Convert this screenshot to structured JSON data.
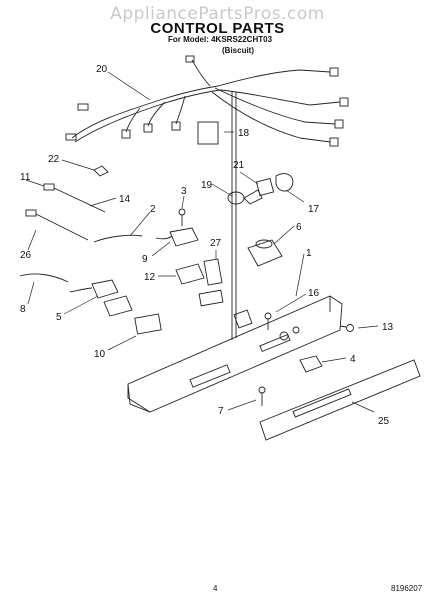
{
  "header": {
    "watermark": "AppliancePartsPros.com",
    "title": "CONTROL PARTS",
    "model_line": "For Model: 4KSRS22CHT03",
    "variant": "(Biscuit)"
  },
  "callouts": [
    "20",
    "18",
    "22",
    "21",
    "11",
    "3",
    "19",
    "17",
    "14",
    "2",
    "6",
    "26",
    "27",
    "1",
    "9",
    "12",
    "16",
    "8",
    "5",
    "13",
    "10",
    "4",
    "7",
    "25"
  ],
  "footer": {
    "page_number": "4",
    "doc_number": "8196207"
  }
}
